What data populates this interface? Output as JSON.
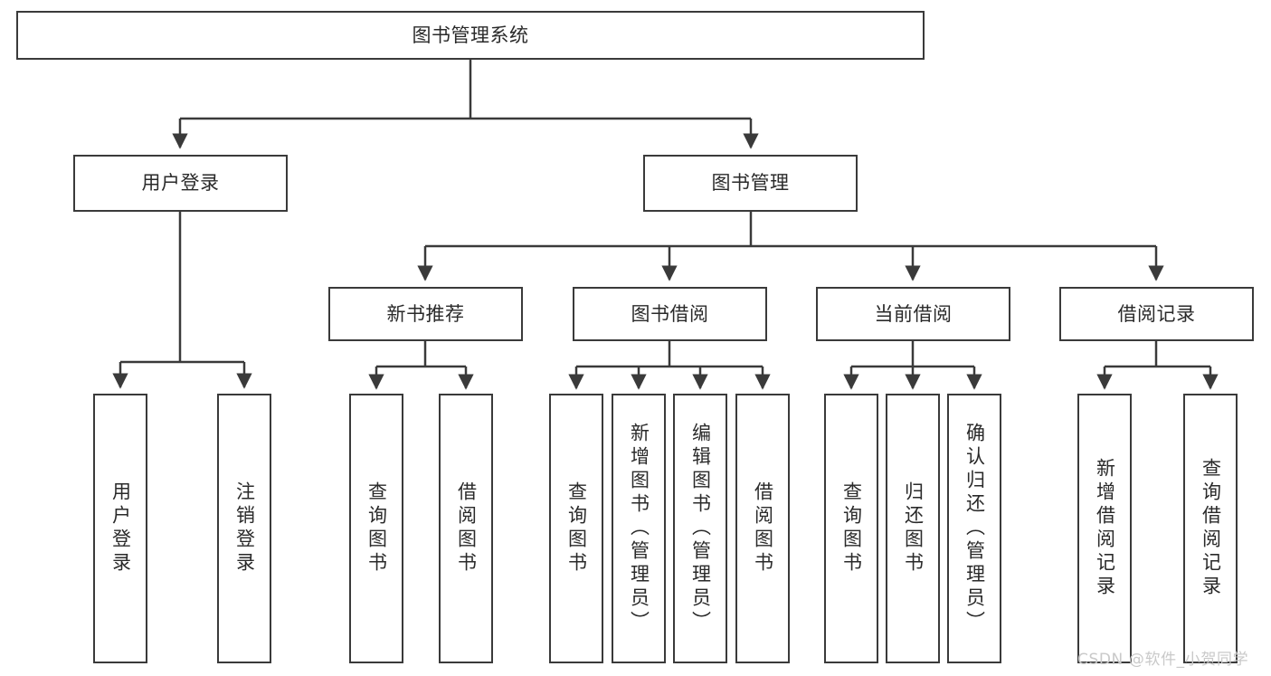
{
  "diagram": {
    "title": "图书管理系统",
    "watermark": "CSDN @软件_小贺同学",
    "stroke_color": "#3a3a3a",
    "background_color": "#ffffff",
    "nodes": {
      "root": "图书管理系统",
      "level2": {
        "user_login": "用户登录",
        "book_manage": "图书管理"
      },
      "level3": {
        "new_book_rec": "新书推荐",
        "book_borrow": "图书借阅",
        "current_borrow": "当前借阅",
        "borrow_record": "借阅记录"
      },
      "leaves": {
        "user_login_1": "用户登录",
        "user_login_2": "注销登录",
        "new_book_rec_1": "查询图书",
        "new_book_rec_2": "借阅图书",
        "book_borrow_1": "查询图书",
        "book_borrow_2": "新增图书（管理员）",
        "book_borrow_3": "编辑图书（管理员）",
        "book_borrow_4": "借阅图书",
        "current_borrow_1": "查询图书",
        "current_borrow_2": "归还图书",
        "current_borrow_3": "确认归还（管理员）",
        "borrow_record_1": "新增借阅记录",
        "borrow_record_2": "查询借阅记录"
      }
    }
  }
}
